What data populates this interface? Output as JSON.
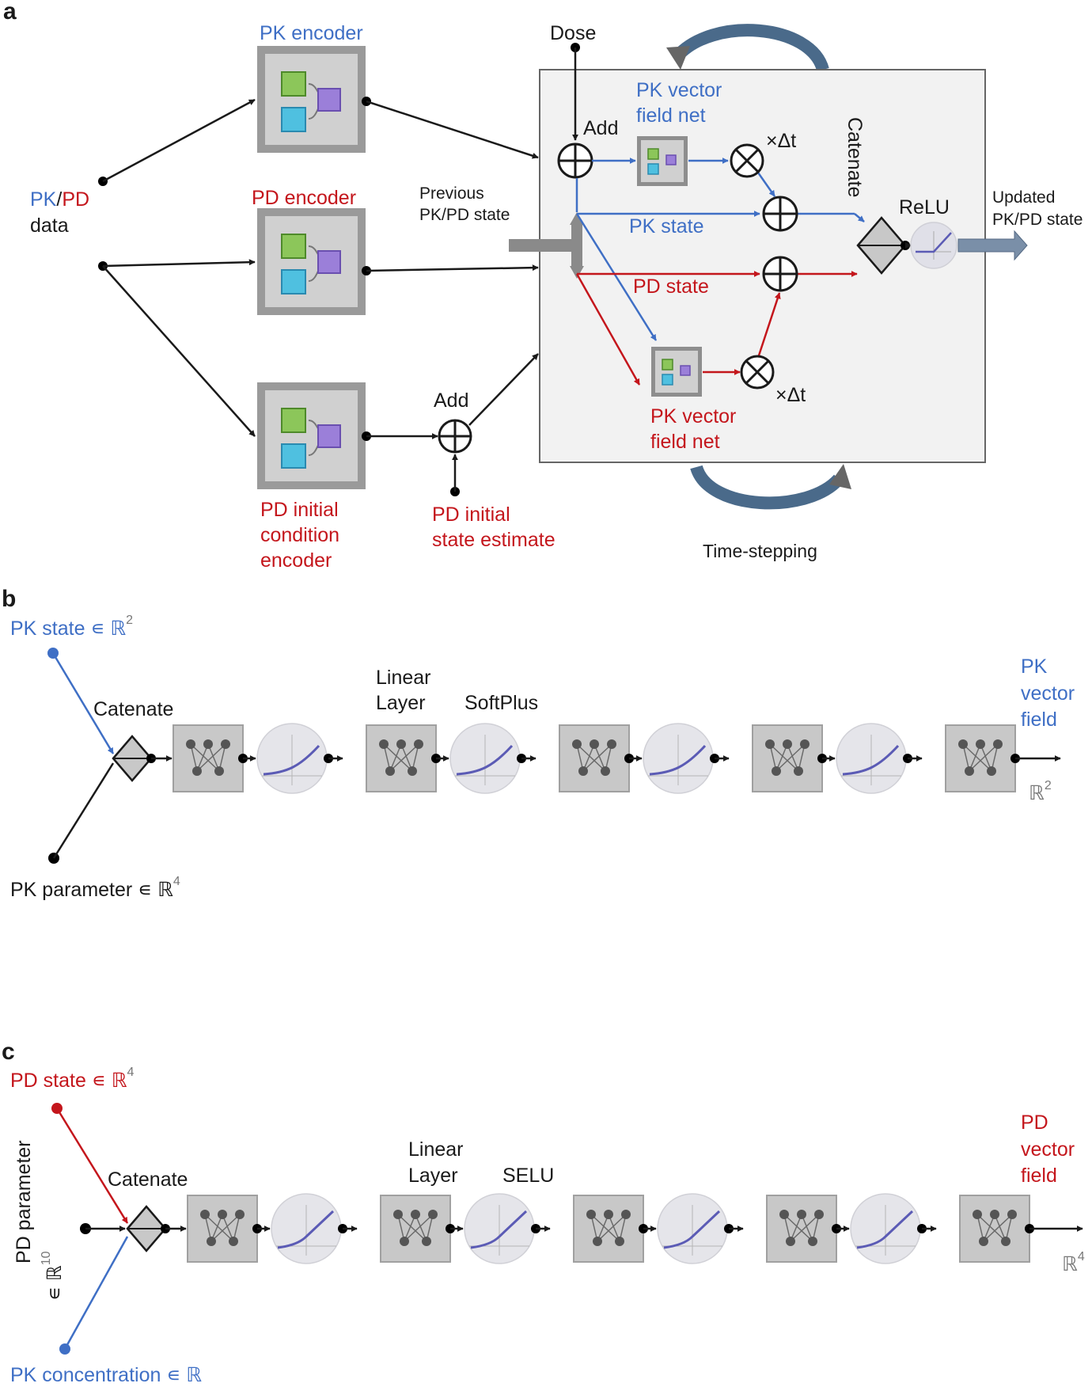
{
  "panel_a": {
    "panel_label": "a",
    "pk_encoder_label": "PK encoder",
    "pd_encoder_label": "PD encoder",
    "pd_ic_encoder_label": [
      "PD initial",
      "condition",
      "encoder"
    ],
    "data_label_pk": "PK",
    "data_label_slash": "/",
    "data_label_pd": "PD",
    "data_label_data": "data",
    "dose_label": "Dose",
    "add_label_top": "Add",
    "add_label_bottom": "Add",
    "pk_vector_field_net_label": [
      "PK vector",
      "field net"
    ],
    "pd_vector_field_net_label": [
      "PK vector",
      "field net"
    ],
    "times_dt_label": "×Δt",
    "previous_state_label": [
      "Previous",
      "PK/PD state"
    ],
    "pk_state_label": "PK state",
    "pd_state_label": "PD state",
    "catenate_label": "Catenate",
    "relu_label": "ReLU",
    "updated_state_label": [
      "Updated",
      "PK/PD state"
    ],
    "pd_initial_state_estimate_label": [
      "PD initial",
      "state estimate"
    ],
    "time_stepping_label": "Time-stepping"
  },
  "panel_b": {
    "panel_label": "b",
    "input_top_label": "PK state ∊ ℝ",
    "input_top_exp": "2",
    "input_bottom_label": "PK parameter ∊ ℝ",
    "input_bottom_exp": "4",
    "catenate_label": "Catenate",
    "linear_layer_label": [
      "Linear",
      "Layer"
    ],
    "activation_label": "SoftPlus",
    "output_label": [
      "PK",
      "vector",
      "field"
    ],
    "output_dim_label": "ℝ",
    "output_dim_exp": "2"
  },
  "panel_c": {
    "panel_label": "c",
    "input_top_label": "PD state ∊ ℝ",
    "input_top_exp": "4",
    "input_left_label": "PD parameter",
    "input_left_dim": "∊ ℝ",
    "input_left_exp": "10",
    "input_bottom_label": "PK concentration ∊ ℝ",
    "catenate_label": "Catenate",
    "linear_layer_label": [
      "Linear",
      "Layer"
    ],
    "activation_label": "SELU",
    "output_label": [
      "PD",
      "vector",
      "field"
    ],
    "output_dim_label": "ℝ",
    "output_dim_exp": "4"
  },
  "colors": {
    "pk_blue": "#3f6fc5",
    "pd_red": "#c4161c",
    "arrow_black": "#1a1a1a",
    "box_fill": "#f2f2f2",
    "block_gray": "#c8c8c8"
  }
}
